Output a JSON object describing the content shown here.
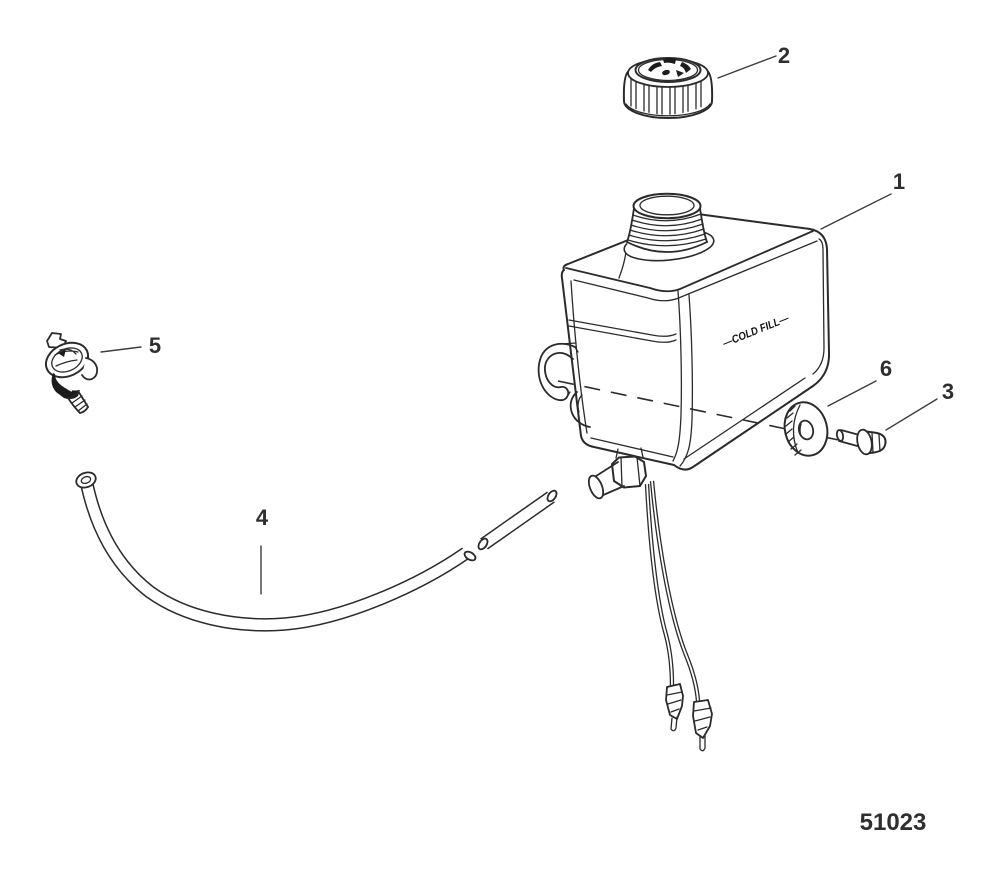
{
  "diagram": {
    "figure_code": "51023",
    "tank_text": "—COLD FILL—",
    "callouts": [
      {
        "label": "1"
      },
      {
        "label": "2"
      },
      {
        "label": "3"
      },
      {
        "label": "4"
      },
      {
        "label": "5"
      },
      {
        "label": "6"
      }
    ],
    "colors": {
      "line": "#2b2b2b",
      "label": "#2f2f2f",
      "background": "#ffffff"
    }
  }
}
